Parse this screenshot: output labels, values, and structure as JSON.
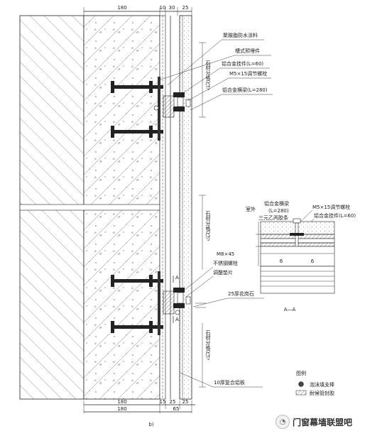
{
  "dimensions": {
    "top": [
      "180",
      "10",
      "30",
      "25"
    ],
    "bottom_row1": [
      "180",
      "15",
      "25",
      "25"
    ],
    "bottom_row2": [
      "180",
      "65"
    ]
  },
  "labels": {
    "waterproof": "聚胺脂防水涂料",
    "slot_embed": "槽式预埋件",
    "al_hanger_top": "铝合金挂件(L=60)",
    "m5_bolt": "M5×15调节螺栓",
    "al_beam_top": "铝合金横梁(L=280)",
    "stone_grid_1": "石材分格尺寸",
    "stone_grid_2": "石材分格尺寸",
    "stone_grid_3": "石材分格尺寸",
    "m8": "M8×45",
    "stainless": "不锈钢螺栓",
    "shim": "调整垫片",
    "granite": "25厚花岗石",
    "composite_al": "10厚复合铝板",
    "section_mark": "A",
    "section_mark2": "A",
    "caption": "b)"
  },
  "section_aa": {
    "outside": "室外",
    "al_beam": "铝合金横梁",
    "al_beam_len": "(L=280)",
    "epdm": "三元乙丙胶条",
    "m5": "M5×15调节螺栓",
    "hanger": "铝合金挂件(L=60)",
    "title": "A—A",
    "nums": [
      "6",
      "6"
    ]
  },
  "legend": {
    "title": "图例",
    "items": [
      {
        "label": "泡沫填支棒"
      },
      {
        "label": "耐候管封胶"
      }
    ]
  },
  "watermark": "门窗幕墙联盟吧"
}
